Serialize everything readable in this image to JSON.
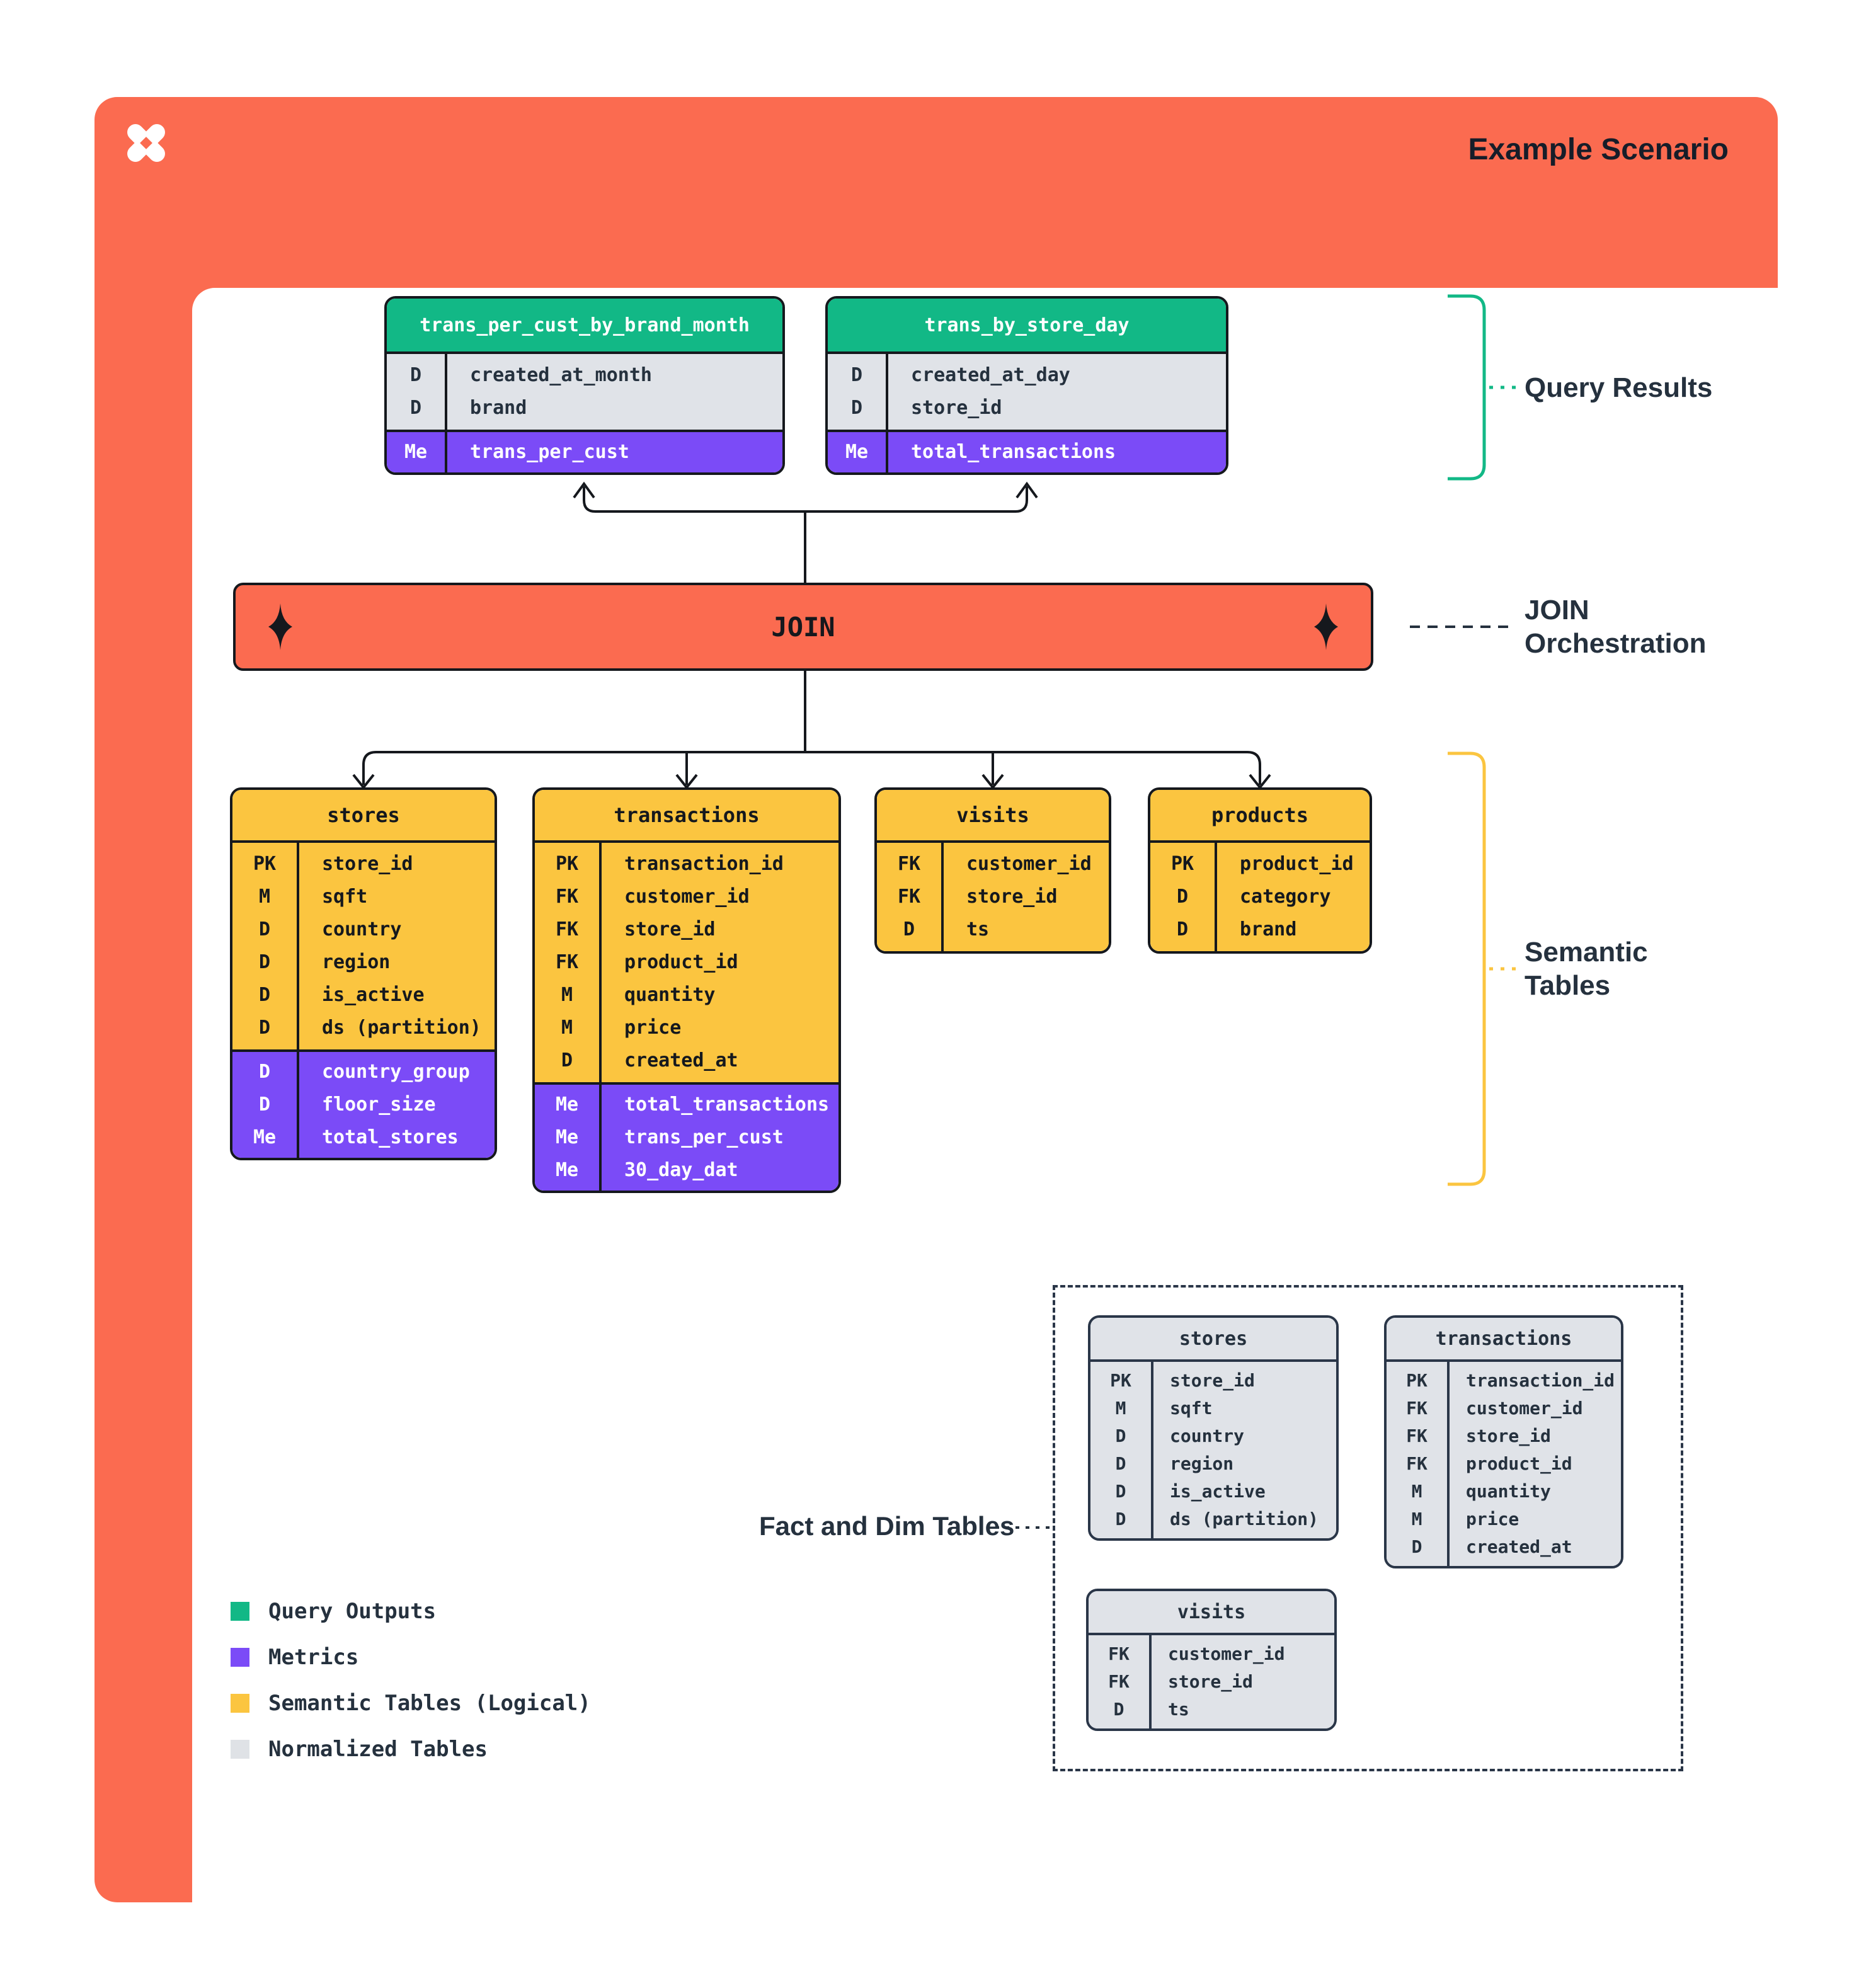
{
  "header": {
    "title": "Example Scenario",
    "logo": "pinwheel-x-logo"
  },
  "join": {
    "label": "JOIN"
  },
  "annotations": {
    "query_results": "Query Results",
    "join_line1": "JOIN",
    "join_line2": "Orchestration",
    "semantic_line1": "Semantic",
    "semantic_line2": "Tables",
    "fact_dim": "Fact and Dim Tables"
  },
  "colors": {
    "orange": "#FB6B50",
    "green": "#12B886",
    "purple": "#7B4BF7",
    "yellow": "#FBC540",
    "gray": "#E0E3E8",
    "navy": "#25313E",
    "line": "#15181D"
  },
  "query_tables": [
    {
      "name": "trans_per_cust_by_brand_month",
      "sections": [
        {
          "style": "gray",
          "rows": [
            [
              "D",
              "created_at_month"
            ],
            [
              "D",
              "brand"
            ]
          ]
        },
        {
          "style": "purple",
          "rows": [
            [
              "Me",
              "trans_per_cust"
            ]
          ]
        }
      ]
    },
    {
      "name": "trans_by_store_day",
      "sections": [
        {
          "style": "gray",
          "rows": [
            [
              "D",
              "created_at_day"
            ],
            [
              "D",
              "store_id"
            ]
          ]
        },
        {
          "style": "purple",
          "rows": [
            [
              "Me",
              "total_transactions"
            ]
          ]
        }
      ]
    }
  ],
  "semantic_tables": [
    {
      "name": "stores",
      "sections": [
        {
          "style": "yellow",
          "rows": [
            [
              "PK",
              "store_id"
            ],
            [
              "M",
              "sqft"
            ],
            [
              "D",
              "country"
            ],
            [
              "D",
              "region"
            ],
            [
              "D",
              "is_active"
            ],
            [
              "D",
              "ds (partition)"
            ]
          ]
        },
        {
          "style": "purple",
          "rows": [
            [
              "D",
              "country_group"
            ],
            [
              "D",
              "floor_size"
            ],
            [
              "Me",
              "total_stores"
            ]
          ]
        }
      ]
    },
    {
      "name": "transactions",
      "sections": [
        {
          "style": "yellow",
          "rows": [
            [
              "PK",
              "transaction_id"
            ],
            [
              "FK",
              "customer_id"
            ],
            [
              "FK",
              "store_id"
            ],
            [
              "FK",
              "product_id"
            ],
            [
              "M",
              "quantity"
            ],
            [
              "M",
              "price"
            ],
            [
              "D",
              "created_at"
            ]
          ]
        },
        {
          "style": "purple",
          "rows": [
            [
              "Me",
              "total_transactions"
            ],
            [
              "Me",
              "trans_per_cust"
            ],
            [
              "Me",
              "30_day_dat"
            ]
          ]
        }
      ]
    },
    {
      "name": "visits",
      "sections": [
        {
          "style": "yellow",
          "rows": [
            [
              "FK",
              "customer_id"
            ],
            [
              "FK",
              "store_id"
            ],
            [
              "D",
              "ts"
            ]
          ]
        }
      ]
    },
    {
      "name": "products",
      "sections": [
        {
          "style": "yellow",
          "rows": [
            [
              "PK",
              "product_id"
            ],
            [
              "D",
              "category"
            ],
            [
              "D",
              "brand"
            ]
          ]
        }
      ]
    }
  ],
  "normalized_tables": [
    {
      "name": "stores",
      "sections": [
        {
          "style": "gray",
          "rows": [
            [
              "PK",
              "store_id"
            ],
            [
              "M",
              "sqft"
            ],
            [
              "D",
              "country"
            ],
            [
              "D",
              "region"
            ],
            [
              "D",
              "is_active"
            ],
            [
              "D",
              "ds (partition)"
            ]
          ]
        }
      ]
    },
    {
      "name": "transactions",
      "sections": [
        {
          "style": "gray",
          "rows": [
            [
              "PK",
              "transaction_id"
            ],
            [
              "FK",
              "customer_id"
            ],
            [
              "FK",
              "store_id"
            ],
            [
              "FK",
              "product_id"
            ],
            [
              "M",
              "quantity"
            ],
            [
              "M",
              "price"
            ],
            [
              "D",
              "created_at"
            ]
          ]
        }
      ]
    },
    {
      "name": "visits",
      "sections": [
        {
          "style": "gray",
          "rows": [
            [
              "FK",
              "customer_id"
            ],
            [
              "FK",
              "store_id"
            ],
            [
              "D",
              "ts"
            ]
          ]
        }
      ]
    }
  ],
  "legend": [
    {
      "label": "Query Outputs",
      "color": "#12B886"
    },
    {
      "label": "Metrics",
      "color": "#7B4BF7"
    },
    {
      "label": "Semantic Tables (Logical)",
      "color": "#FBC540"
    },
    {
      "label": "Normalized Tables",
      "color": "#DFE2E6"
    }
  ]
}
